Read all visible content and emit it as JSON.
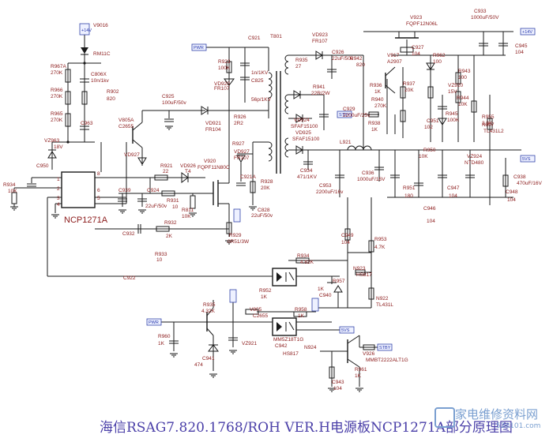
{
  "title": "海信RSAG7.820.1768/ROH VER.H电源板NCP1271A部分原理图",
  "watermark": {
    "site": "家电维修资料网",
    "url": "520101.com"
  },
  "ic_label": "NCP1271A",
  "pins": {
    "p1": "1",
    "p2": "2",
    "p3": "3",
    "p4": "4",
    "p5": "5",
    "p6": "6",
    "p8": "8"
  },
  "rails": {
    "plus14v": "+14V",
    "out5v": "5VS",
    "top": "+14V",
    "mid": "5VS",
    "stby": "STBY",
    "pwr": "PWR"
  },
  "components": [
    {
      "t": "V9016"
    },
    {
      "t": "RM11C"
    },
    {
      "t": "R967A"
    },
    {
      "t": "270K"
    },
    {
      "t": "R966"
    },
    {
      "t": "270K"
    },
    {
      "t": "R965"
    },
    {
      "t": "270K"
    },
    {
      "t": "C806X"
    },
    {
      "t": "10n/1kv"
    },
    {
      "t": "R902"
    },
    {
      "t": "820"
    },
    {
      "t": "C963"
    },
    {
      "t": "VZ963"
    },
    {
      "t": "18V"
    },
    {
      "t": "V805A"
    },
    {
      "t": "C2655"
    },
    {
      "t": "VD927"
    },
    {
      "t": "C950"
    },
    {
      "t": "R934"
    },
    {
      "t": "10K"
    },
    {
      "t": "R921"
    },
    {
      "t": "22"
    },
    {
      "t": "VD926"
    },
    {
      "t": "T4"
    },
    {
      "t": "C939"
    },
    {
      "t": "C924"
    },
    {
      "t": "22uF/50v"
    },
    {
      "t": "R931"
    },
    {
      "t": "10"
    },
    {
      "t": "R811"
    },
    {
      "t": "10K"
    },
    {
      "t": "V920"
    },
    {
      "t": "FQPF11N80C"
    },
    {
      "t": "C932"
    },
    {
      "t": "R932"
    },
    {
      "t": "2K"
    },
    {
      "t": "R933"
    },
    {
      "t": "10"
    },
    {
      "t": "C922"
    },
    {
      "t": "R929"
    },
    {
      "t": "0R51/3W"
    },
    {
      "t": "R923"
    },
    {
      "t": "100K"
    },
    {
      "t": "VD920"
    },
    {
      "t": "FR107"
    },
    {
      "t": "C921"
    },
    {
      "t": "1n/1KV"
    },
    {
      "t": "C825"
    },
    {
      "t": "56p/1KV"
    },
    {
      "t": "C925"
    },
    {
      "t": "100uF/50v"
    },
    {
      "t": "VD921"
    },
    {
      "t": "FR104"
    },
    {
      "t": "R926"
    },
    {
      "t": "2R2"
    },
    {
      "t": "R927"
    },
    {
      "t": "VD927"
    },
    {
      "t": "FR107"
    },
    {
      "t": "C921A"
    },
    {
      "t": "R928"
    },
    {
      "t": "20K"
    },
    {
      "t": "C828"
    },
    {
      "t": "22uF/50v"
    },
    {
      "t": "T801"
    },
    {
      "t": "VD923"
    },
    {
      "t": "FR107"
    },
    {
      "t": "R935"
    },
    {
      "t": "27"
    },
    {
      "t": "C926"
    },
    {
      "t": "22uF/50v"
    },
    {
      "t": "R942"
    },
    {
      "t": "820"
    },
    {
      "t": "R941"
    },
    {
      "t": "22R/2W"
    },
    {
      "t": "C929"
    },
    {
      "t": "2200uF/25v"
    },
    {
      "t": "VD924"
    },
    {
      "t": "SFAF15100"
    },
    {
      "t": "VD925"
    },
    {
      "t": "SFAF15100"
    },
    {
      "t": "C934"
    },
    {
      "t": "471/1KV"
    },
    {
      "t": "C953"
    },
    {
      "t": "2200uF/16v"
    },
    {
      "t": "L921"
    },
    {
      "t": "C936"
    },
    {
      "t": "1000uF/16V"
    },
    {
      "t": "V923"
    },
    {
      "t": "FQPF12N06L"
    },
    {
      "t": "C933"
    },
    {
      "t": "1000uF/50V"
    },
    {
      "t": "C945"
    },
    {
      "t": "104"
    },
    {
      "t": "V917"
    },
    {
      "t": "A2907"
    },
    {
      "t": "R936"
    },
    {
      "t": "1K"
    },
    {
      "t": "R937"
    },
    {
      "t": "20K"
    },
    {
      "t": "R940"
    },
    {
      "t": "270K"
    },
    {
      "t": "R938"
    },
    {
      "t": "1K"
    },
    {
      "t": "C927"
    },
    {
      "t": "104"
    },
    {
      "t": "R962"
    },
    {
      "t": "100"
    },
    {
      "t": "VZ920"
    },
    {
      "t": "15V"
    },
    {
      "t": "R943"
    },
    {
      "t": "100"
    },
    {
      "t": "R944"
    },
    {
      "t": "10K"
    },
    {
      "t": "R945"
    },
    {
      "t": "100K"
    },
    {
      "t": "C951"
    },
    {
      "t": "102"
    },
    {
      "t": "N807"
    },
    {
      "t": "TL431L2"
    },
    {
      "t": "R955"
    },
    {
      "t": "3.9K"
    },
    {
      "t": "R950"
    },
    {
      "t": "10K"
    },
    {
      "t": "VZ924"
    },
    {
      "t": "NTD480"
    },
    {
      "t": "C938"
    },
    {
      "t": "470uF/16V"
    },
    {
      "t": "R951"
    },
    {
      "t": "180"
    },
    {
      "t": "C946"
    },
    {
      "t": "104"
    },
    {
      "t": "C947"
    },
    {
      "t": "104"
    },
    {
      "t": "C948"
    },
    {
      "t": "104"
    },
    {
      "t": "C949"
    },
    {
      "t": "104"
    },
    {
      "t": "R953"
    },
    {
      "t": "4.7K"
    },
    {
      "t": "R934"
    },
    {
      "t": "4.82K"
    },
    {
      "t": "R952"
    },
    {
      "t": "1K"
    },
    {
      "t": "N923"
    },
    {
      "t": "HS817"
    },
    {
      "t": "R957"
    },
    {
      "t": "1K"
    },
    {
      "t": "C940"
    },
    {
      "t": "N922"
    },
    {
      "t": "TL431L"
    },
    {
      "t": "R935"
    },
    {
      "t": "4.32K"
    },
    {
      "t": "V805"
    },
    {
      "t": "C2655"
    },
    {
      "t": "R958"
    },
    {
      "t": "1K"
    },
    {
      "t": "R960"
    },
    {
      "t": "1K"
    },
    {
      "t": "C941"
    },
    {
      "t": "474"
    },
    {
      "t": "VZ921"
    },
    {
      "t": "MM5Z18T1G"
    },
    {
      "t": "C942"
    },
    {
      "t": "N924"
    },
    {
      "t": "HS817"
    },
    {
      "t": "V926"
    },
    {
      "t": "MMBT2222ALT1G"
    },
    {
      "t": "R961"
    },
    {
      "t": "1K"
    },
    {
      "t": "C943"
    },
    {
      "t": "104"
    },
    {
      "t": "R959"
    },
    {
      "t": "10K"
    }
  ]
}
